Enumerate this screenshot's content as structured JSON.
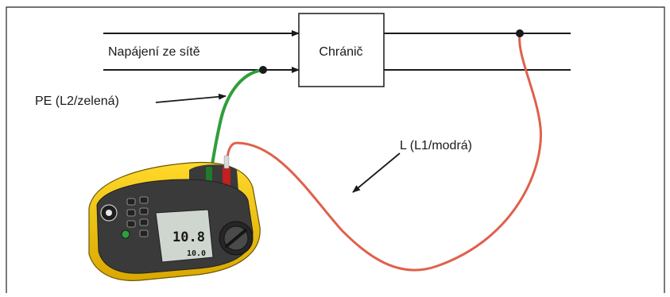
{
  "diagram": {
    "labels": {
      "supply": "Napájení ze sítě",
      "rcd": "Chránič",
      "pe_lead": "PE (L2/zelená)",
      "l_lead": "L (L1/modrá)"
    },
    "meter": {
      "display_primary": "10.8",
      "display_secondary": "10.0"
    },
    "colors": {
      "pe_lead": "#2f9e3c",
      "l_lead": "#e0604a",
      "meter_body": "#f2c400",
      "meter_face": "#3a3a3a",
      "lcd": "#cfd6cf"
    }
  }
}
